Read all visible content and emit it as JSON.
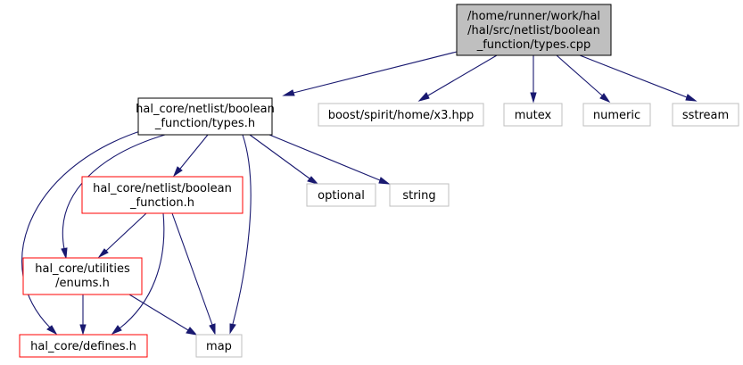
{
  "colors": {
    "edge": "#191970",
    "root_fill": "#bfbfbf",
    "root_border": "#000000",
    "documented_border": "#000000",
    "external_border": "#bfbfbf",
    "incomplete_border": "#ff0000"
  },
  "nodes": {
    "root": {
      "line1": "/home/runner/work/hal",
      "line2": "/hal/src/netlist/boolean",
      "line3": "_function/types.cpp"
    },
    "types_h": {
      "line1": "hal_core/netlist/boolean",
      "line2": "_function/types.h"
    },
    "x3": {
      "label": "boost/spirit/home/x3.hpp"
    },
    "mutex": {
      "label": "mutex"
    },
    "numeric": {
      "label": "numeric"
    },
    "sstream": {
      "label": "sstream"
    },
    "boolean_function_h": {
      "line1": "hal_core/netlist/boolean",
      "line2": "_function.h"
    },
    "optional": {
      "label": "optional"
    },
    "string": {
      "label": "string"
    },
    "enums_h": {
      "line1": "hal_core/utilities",
      "line2": "/enums.h"
    },
    "defines_h": {
      "label": "hal_core/defines.h"
    },
    "map": {
      "label": "map"
    }
  }
}
